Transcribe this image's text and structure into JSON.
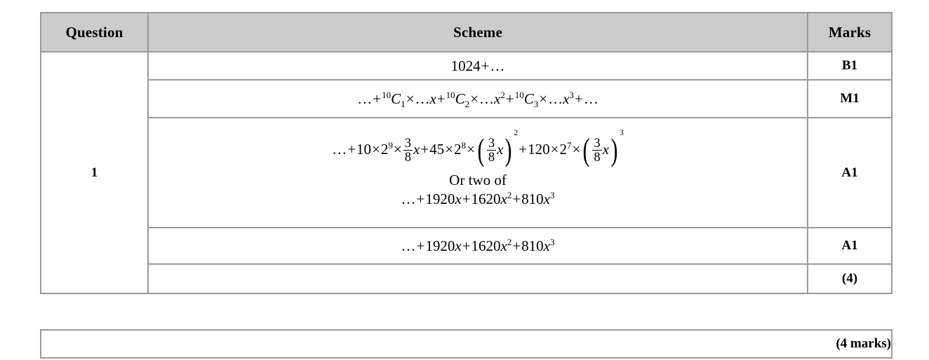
{
  "table": {
    "headers": {
      "question": "Question",
      "scheme": "Scheme",
      "marks": "Marks"
    },
    "question_number": "1",
    "rows": [
      {
        "id": "row-b1",
        "scheme_plain": "1024+…",
        "marks": "B1"
      },
      {
        "id": "row-m1",
        "scheme_plain": "…+10C1×…x+10C2×…x2+10C3×…x3+…",
        "marks": "M1"
      },
      {
        "id": "row-a1-working",
        "scheme_plain": "…+10×2^9×(3/8)x+45×2^8×((3/8)x)^2+120×2^7×((3/8)x)^3",
        "scheme_alt_label": "Or two of",
        "scheme_alt_plain": "…+1920x+1620x2+810x3",
        "marks": "A1"
      },
      {
        "id": "row-a1-answer",
        "scheme_plain": "…+1920x+1620x2+810x3",
        "marks": "A1"
      },
      {
        "id": "row-subtotal",
        "scheme_plain": "",
        "marks": "(4)"
      }
    ],
    "total_marks": "(4 marks)"
  },
  "math": {
    "ellipsis": "…",
    "plus": "+",
    "times": "×",
    "equals_none": "",
    "b1_value": "1024",
    "combination_symbol": "C",
    "combination_top": "10",
    "combination_indices": [
      "1",
      "2",
      "3"
    ],
    "variable": "x",
    "powers": [
      "",
      "2",
      "3"
    ],
    "coefficients_binomial": [
      "10",
      "45",
      "120"
    ],
    "base": "2",
    "base_powers": [
      "9",
      "8",
      "7"
    ],
    "fraction_numerator": "3",
    "fraction_denominator": "8",
    "bracket_powers": [
      "",
      "2",
      "3"
    ],
    "expanded_coefficients": [
      "1920",
      "1620",
      "810"
    ],
    "or_two_of": "Or two of"
  },
  "colors": {
    "header_background": "#cccccc",
    "border_gray": "#9a9a9a",
    "border_black": "#000000",
    "text": "#000000",
    "page_background": "#ffffff"
  }
}
